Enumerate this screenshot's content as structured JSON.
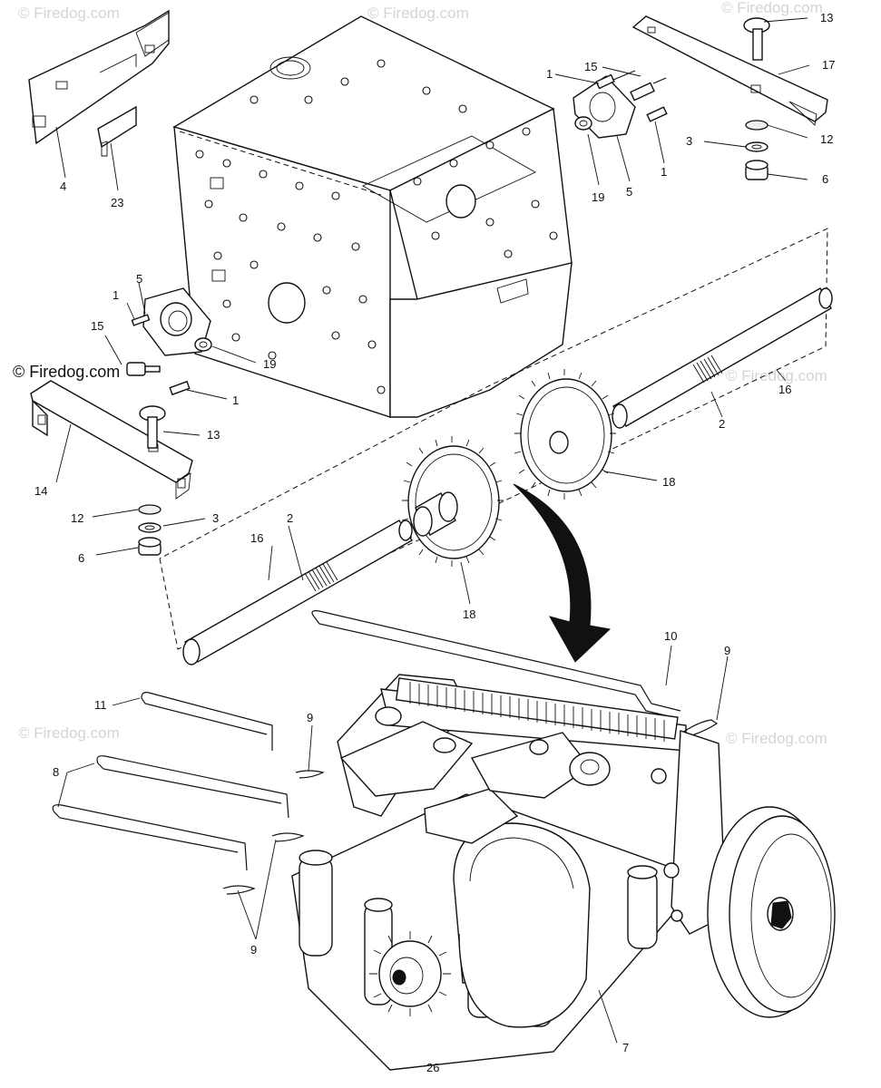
{
  "watermarks": {
    "brand": "© Firedog.com",
    "brand_dark": "© Firedog.com"
  },
  "page_number": "26",
  "callouts": {
    "c1a": "1",
    "c1b": "1",
    "c1c": "1",
    "c1d": "1",
    "c2a": "2",
    "c2b": "2",
    "c3a": "3",
    "c3b": "3",
    "c4": "4",
    "c5a": "5",
    "c5b": "5",
    "c6a": "6",
    "c6b": "6",
    "c7": "7",
    "c8": "8",
    "c9a": "9",
    "c9b": "9",
    "c9c": "9",
    "c10": "10",
    "c11": "11",
    "c12a": "12",
    "c12b": "12",
    "c13a": "13",
    "c13b": "13",
    "c14": "14",
    "c15a": "15",
    "c15b": "15",
    "c16a": "16",
    "c16b": "16",
    "c17": "17",
    "c18a": "18",
    "c18b": "18",
    "c19a": "19",
    "c19b": "19",
    "c23": "23"
  }
}
